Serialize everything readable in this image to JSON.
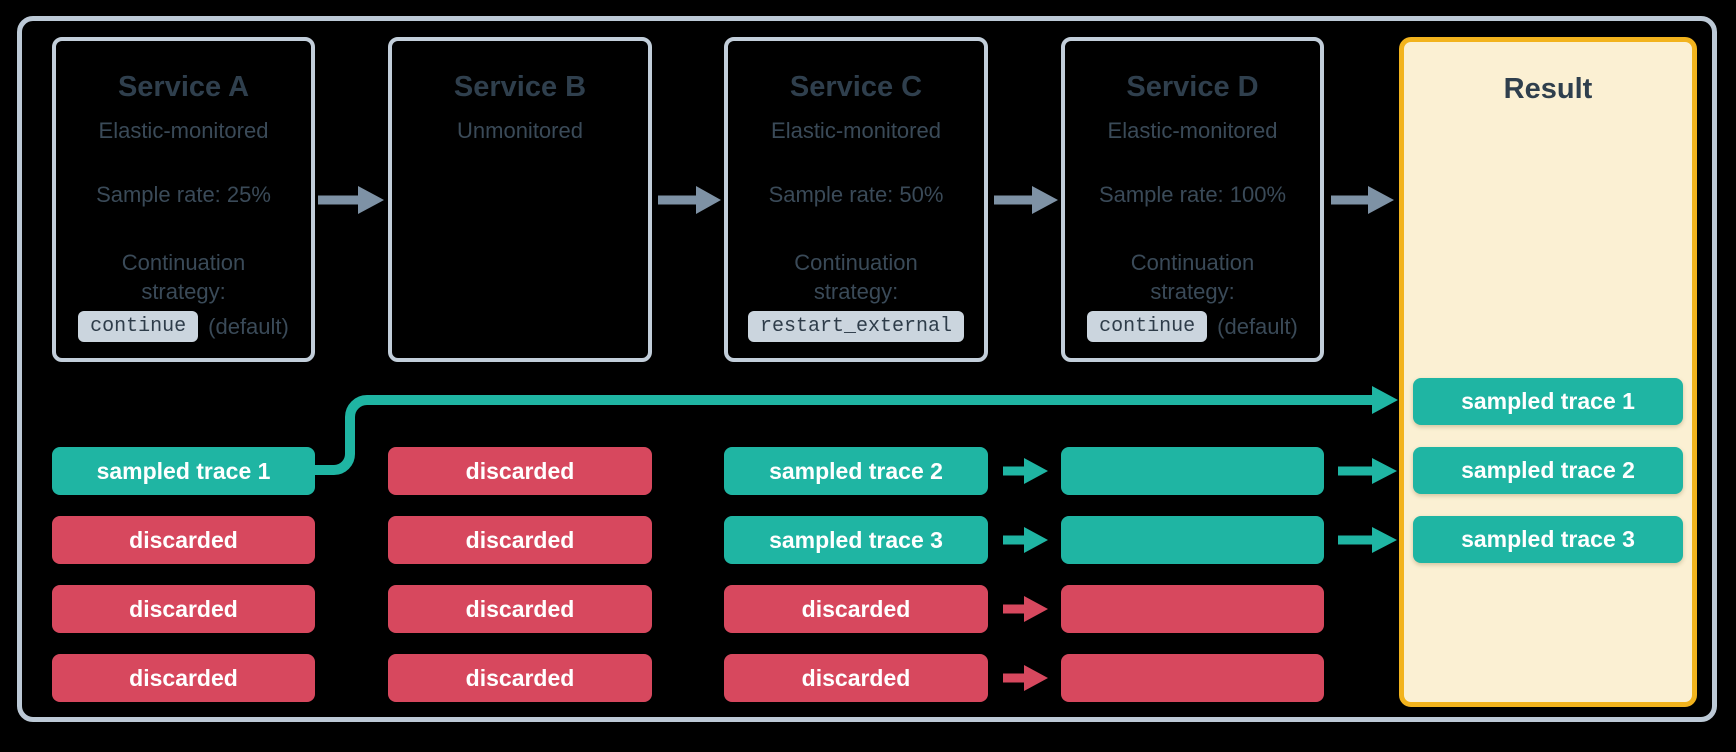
{
  "palette": {
    "background": "#000000",
    "teal": "#1FB5A3",
    "red": "#D7485E",
    "arrow_gray": "#7E92A5",
    "slate_title": "#2F3F4D",
    "slate_body": "#3A4A58",
    "box_border": "#C2CEDA",
    "frame_border": "#BCC9D6",
    "chip_bg": "#CBD5DE",
    "chip_text": "#2E3C49",
    "result_border": "#F2B31D",
    "result_fill": "#FBF0D3",
    "trace_text": "#FFFFFF"
  },
  "services": [
    {
      "title": "Service A",
      "monitoring": "Elastic-monitored",
      "sample_rate": "Sample rate: 25%",
      "strategy_label": "Continuation strategy:",
      "strategy_code": "continue",
      "strategy_note": "(default)"
    },
    {
      "title": "Service B",
      "monitoring": "Unmonitored"
    },
    {
      "title": "Service C",
      "monitoring": "Elastic-monitored",
      "sample_rate": "Sample rate: 50%",
      "strategy_label": "Continuation strategy:",
      "strategy_code": "restart_external"
    },
    {
      "title": "Service D",
      "monitoring": "Elastic-monitored",
      "sample_rate": "Sample rate: 100%",
      "strategy_label": "Continuation strategy:",
      "strategy_code": "continue",
      "strategy_note": "(default)"
    }
  ],
  "columns": [
    {
      "service": "Service A",
      "rows": [
        {
          "label": "sampled trace 1",
          "status": "sampled"
        },
        {
          "label": "discarded",
          "status": "discarded"
        },
        {
          "label": "discarded",
          "status": "discarded"
        },
        {
          "label": "discarded",
          "status": "discarded"
        }
      ]
    },
    {
      "service": "Service B",
      "rows": [
        {
          "label": "discarded",
          "status": "discarded"
        },
        {
          "label": "discarded",
          "status": "discarded"
        },
        {
          "label": "discarded",
          "status": "discarded"
        },
        {
          "label": "discarded",
          "status": "discarded"
        }
      ]
    },
    {
      "service": "Service C",
      "rows": [
        {
          "label": "sampled trace 2",
          "status": "sampled"
        },
        {
          "label": "sampled trace 3",
          "status": "sampled"
        },
        {
          "label": "discarded",
          "status": "discarded"
        },
        {
          "label": "discarded",
          "status": "discarded"
        }
      ]
    },
    {
      "service": "Service D",
      "rows": [
        {
          "label": "",
          "status": "sampled"
        },
        {
          "label": "",
          "status": "sampled"
        },
        {
          "label": "",
          "status": "discarded"
        },
        {
          "label": "",
          "status": "discarded"
        }
      ]
    }
  ],
  "result": {
    "title": "Result",
    "rows": [
      {
        "label": "sampled trace 1"
      },
      {
        "label": "sampled trace 2"
      },
      {
        "label": "sampled trace 3"
      }
    ]
  }
}
